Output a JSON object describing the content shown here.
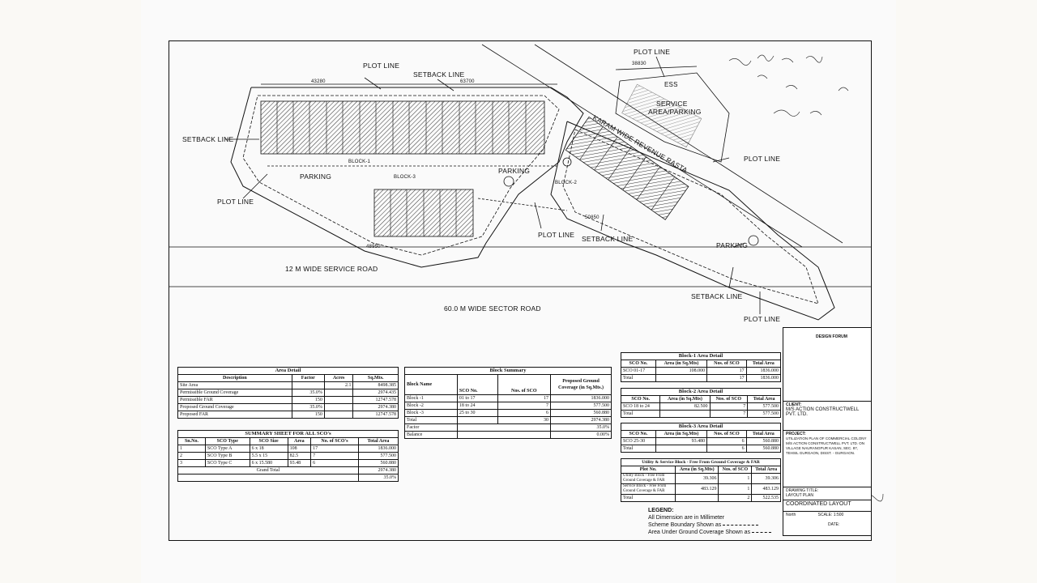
{
  "labels": {
    "plot_line_top_left": "PLOT LINE",
    "setback_line_top": "SETBACK LINE",
    "plot_line_top_right": "PLOT LINE",
    "setback_line_left": "SETBACK LINE",
    "plot_line_left": "PLOT LINE",
    "plot_line_right_mid": "PLOT LINE",
    "plot_line_bottom_mid": "PLOT LINE",
    "setback_line_bottom_mid": "SETBACK LINE",
    "setback_line_bottom_right": "SETBACK LINE",
    "plot_line_bottom_right": "PLOT LINE",
    "parking_left": "PARKING",
    "parking_mid": "PARKING",
    "parking_right": "PARKING",
    "block1": "BLOCK-1",
    "block2": "BLOCK-2",
    "block3": "BLOCK-3",
    "service_area": "SERVICE",
    "service_area2": "AREA/PARKING",
    "ess": "ESS",
    "revenue_rasta": "KARAM WIDE REVENUE RASTA",
    "service_road": "12 M WIDE SERVICE ROAD",
    "sector_road": "60.0 M WIDE SECTOR ROAD",
    "dim_1": "43280",
    "dim_2": "63700",
    "dim_3": "38830",
    "dim_4": "48950",
    "dim_5": "50850"
  },
  "area_detail": {
    "title": "Area Detail",
    "headers": [
      "Description",
      "Factor",
      "Acres",
      "Sq.Mts."
    ],
    "rows": [
      [
        "Site Area",
        "",
        "2.1",
        "8498.385"
      ],
      [
        "Permissible Ground Coverage",
        "35.0%",
        "",
        "2974.435"
      ],
      [
        "Permissible FAR",
        "150",
        "",
        "12747.578"
      ],
      [
        "Proposed Ground Coverage",
        "35.0%",
        "",
        "2974.380"
      ],
      [
        "Proposed FAR",
        "150",
        "",
        "12747.578"
      ]
    ]
  },
  "summary_sheet": {
    "title": "SUMMARY SHEET FOR ALL SCO's",
    "headers": [
      "Sn.No.",
      "SCO Type",
      "SCO Size",
      "Area",
      "No. of SCO's",
      "Total Area"
    ],
    "rows": [
      [
        "1",
        "SCO Type A",
        "6 x 18",
        "108",
        "17",
        "1836.000"
      ],
      [
        "2",
        "SCO Type B",
        "5.5 x 15",
        "82.5",
        "7",
        "577.500"
      ],
      [
        "3",
        "SCO Type C",
        "6 x 15.580",
        "93.48",
        "6",
        "560.880"
      ]
    ],
    "grand_total_label": "Grand Total",
    "grand_total": "2974.380",
    "percent": "35.0%"
  },
  "block_summary": {
    "title": "Block Summary",
    "headers": [
      "Block Name",
      "SCO No.",
      "Nos. of SCO",
      "Proposed Ground Coverage (in Sq.Mts.)"
    ],
    "rows": [
      [
        "Block -1",
        "01 to 17",
        "17",
        "1836.000"
      ],
      [
        "Block -2",
        "18 to 24",
        "7",
        "577.500"
      ],
      [
        "Block -3",
        "25 to 30",
        "6",
        "560.880"
      ]
    ],
    "total_label": "Total",
    "total_nos": "30",
    "total_area": "2974.380",
    "factor_label": "Factor",
    "factor": "35.0%",
    "balance_label": "Balance",
    "balance": "0.00%"
  },
  "block1_area": {
    "title": "Block-1 Area Detail",
    "headers": [
      "SCO No.",
      "Area (in Sq.Mts)",
      "Nos. of SCO",
      "Total Area"
    ],
    "rows": [
      [
        "SCO 01-17",
        "108.000",
        "17",
        "1836.000"
      ]
    ],
    "total_label": "Total",
    "total_nos": "17",
    "total_area": "1836.000"
  },
  "block2_area": {
    "title": "Block-2 Area Detail",
    "headers": [
      "SCO No.",
      "Area (in Sq.Mts)",
      "Nos. of SCO",
      "Total Area"
    ],
    "rows": [
      [
        "SCO 18 to 24",
        "82.500",
        "7",
        "577.500"
      ]
    ],
    "total_label": "Total",
    "total_nos": "7",
    "total_area": "577.500"
  },
  "block3_area": {
    "title": "Block-3 Area Detail",
    "headers": [
      "SCO No.",
      "Area (in Sq.Mts)",
      "Nos. of SCO",
      "Total Area"
    ],
    "rows": [
      [
        "SCO 25-30",
        "93.480",
        "6",
        "560.880"
      ]
    ],
    "total_label": "Total",
    "total_nos": "6",
    "total_area": "560.880"
  },
  "utility_block": {
    "title": "Utility & Service Block - Free From Ground Coverage & FAR",
    "headers": [
      "Plot No.",
      "Area (in Sq.Mts)",
      "Nos. of SCO",
      "Total Area"
    ],
    "rows": [
      [
        "Utility Block - Free From Ground Coverage & FAR",
        "39.306",
        "1",
        "39.306"
      ],
      [
        "Service Block - Free From Ground Coverage & FAR",
        "483.129",
        "1",
        "483.129"
      ]
    ],
    "total_label": "Total",
    "total_nos": "2",
    "total_area": "522.535"
  },
  "title_block": {
    "firm": "DESIGN FORUM",
    "client_label": "CLIENT:",
    "client": "M/S ACTION CONSTRUCTWELL PVT. LTD.",
    "project_label": "PROJECT:",
    "project": "UTILIZATION PLAN OF COMMERCIAL COLONY M/S ACTION CONSTRUCTWELL PVT. LTD. ON VILLAGE NAURANGPUR KASAN, SEC. 87, TEHSIL GURGAON, DISST. - GURGAON.",
    "drawing_title_label": "DRAWING TITLE:",
    "drawing_title": "LAYOUT PLAN",
    "layout": "COORDINATED LAYOUT",
    "north": "North",
    "scale": "SCALE: 1:500",
    "date": "DATE:"
  },
  "legend": {
    "title": "LEGEND:",
    "line1": "All Dimension are in Millimeter",
    "line2": "Scheme Boundary Shown as",
    "line3": "Area Under Ground Coverage Shown as"
  }
}
